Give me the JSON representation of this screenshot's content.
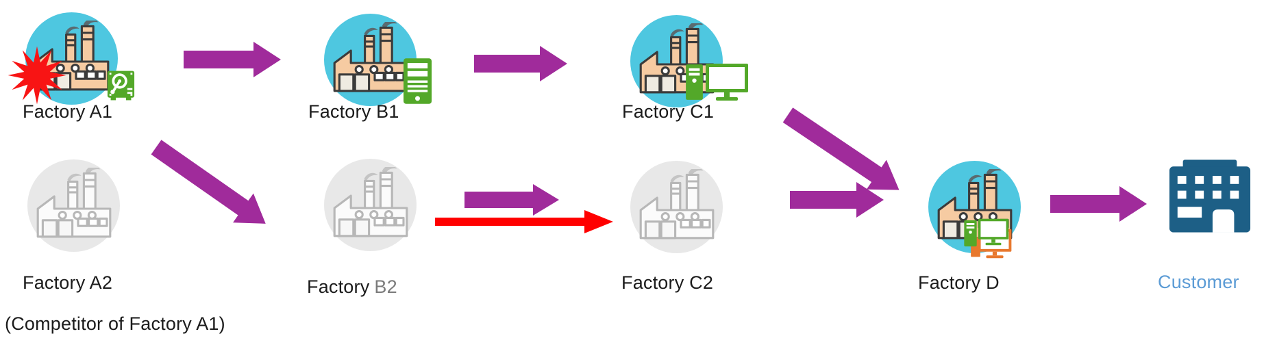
{
  "diagram_type": "supply-chain-flow",
  "nodes": {
    "a1": {
      "label": "Factory A1",
      "state": "active",
      "icons": [
        "explosion-burst",
        "hard-drive"
      ]
    },
    "b1": {
      "label": "Factory B1",
      "state": "active",
      "icons": [
        "server"
      ]
    },
    "c1": {
      "label": "Factory C1",
      "state": "active",
      "icons": [
        "computer-tower",
        "monitor"
      ]
    },
    "a2": {
      "label": "Factory A2",
      "note": "(Competitor of Factory A1)",
      "state": "inactive"
    },
    "b2": {
      "label_normal": "Factory",
      "label_light": "B2",
      "state": "inactive"
    },
    "c2": {
      "label": "Factory C2",
      "state": "inactive"
    },
    "d": {
      "label": "Factory D",
      "state": "active",
      "icons": [
        "computer-green",
        "computer-orange"
      ]
    },
    "customer": {
      "label": "Customer",
      "state": "endpoint"
    }
  },
  "edges": [
    {
      "from": "Factory A1",
      "to": "Factory B1",
      "color": "#A02B9B",
      "style": "block-arrow"
    },
    {
      "from": "Factory B1",
      "to": "Factory C1",
      "color": "#A02B9B",
      "style": "block-arrow"
    },
    {
      "from": "Factory A1",
      "to": "Factory B2",
      "color": "#A02B9B",
      "style": "block-arrow-diagonal"
    },
    {
      "from": "Factory B2",
      "to": "Factory C2",
      "color": "#A02B9B",
      "style": "block-arrow"
    },
    {
      "from": "Factory B2",
      "to": "Factory C2",
      "color": "#FF0000",
      "style": "thin-arrow"
    },
    {
      "from": "Factory C1",
      "to": "Factory D",
      "color": "#A02B9B",
      "style": "block-arrow-diagonal"
    },
    {
      "from": "Factory C2",
      "to": "Factory D",
      "color": "#A02B9B",
      "style": "block-arrow"
    },
    {
      "from": "Factory D",
      "to": "Customer",
      "color": "#A02B9B",
      "style": "block-arrow"
    }
  ],
  "colors": {
    "arrow_purple": "#A02B9B",
    "arrow_red": "#FF0000",
    "burst_red": "#F81414",
    "node_active_bg": "#4EC7E0",
    "node_inactive_bg": "#E8E8E8",
    "icon_green": "#53A829",
    "icon_orange": "#E8782E",
    "customer_building": "#1D5F86",
    "customer_label": "#5B9BD5"
  }
}
